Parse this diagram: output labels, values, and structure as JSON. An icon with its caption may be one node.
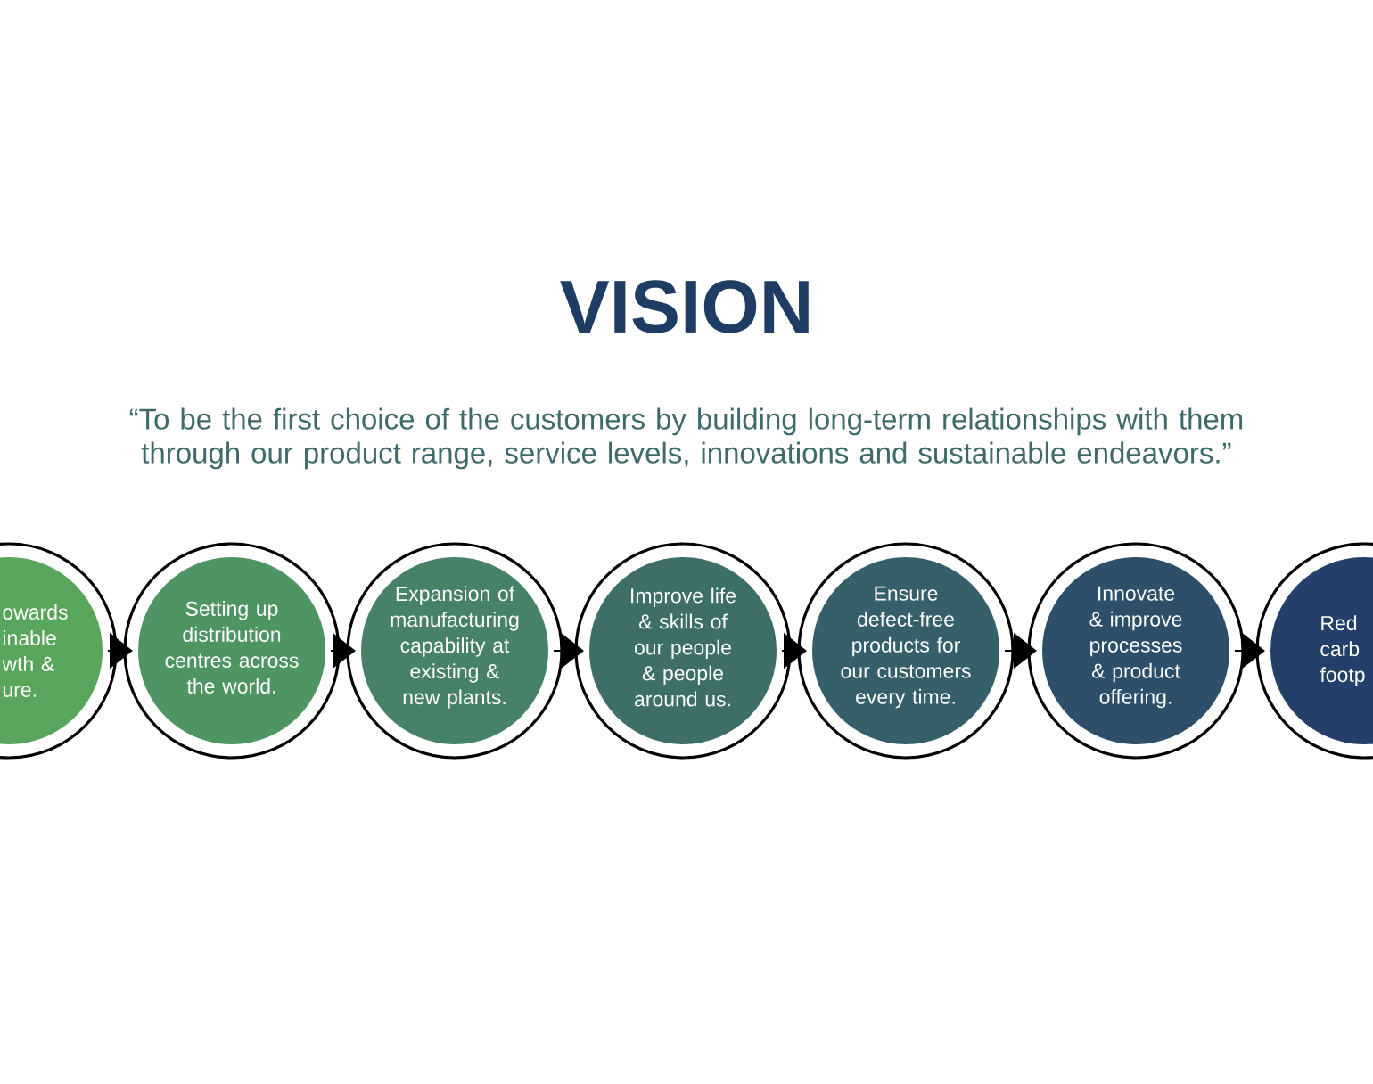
{
  "diagram": {
    "title": "VISION",
    "nodes": [
      {
        "text": [
          "owards inable wth & ure."
        ]
      },
      {
        "text": [
          "Setting up distribution centres across the world."
        ]
      },
      {
        "text": [
          "Expansion of manufacturing capability at existing & new plants."
        ]
      },
      {
        "text": [
          "Improve life & skills of our people & people around us."
        ]
      },
      {
        "text": [
          "Ensure defect-free products for our customers every time."
        ]
      },
      {
        "text": [
          "Innovate & improve processes & product offering."
        ]
      },
      {
        "text": [
          "Red carb footp"
        ]
      }
    ],
    "edges": [
      {
        "from": 0,
        "to": 1,
        "arrow": "to"
      },
      {
        "from": 1,
        "to": 2,
        "arrow": "to"
      },
      {
        "from": 2,
        "to": 3,
        "arrow": "to"
      },
      {
        "from": 3,
        "to": 4,
        "arrow": "to"
      },
      {
        "from": 4,
        "to": 5,
        "arrow": "to"
      },
      {
        "from": 5,
        "to": 6,
        "arrow": "to"
      }
    ],
    "labels": [
      "“To be the first choice of the customers by building long-term relationships with them through our product range, service levels, innovations and sustainable endeavors.”"
    ]
  }
}
